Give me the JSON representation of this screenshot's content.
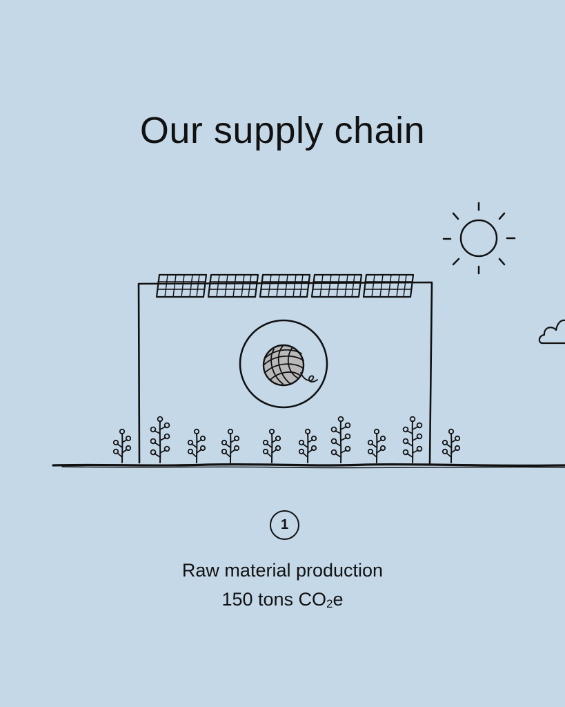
{
  "title": "Our supply chain",
  "step": {
    "number": "1",
    "stage": "Raw material production",
    "emissions_value": "150 tons CO",
    "emissions_subscript": "2",
    "emissions_suffix": "e"
  },
  "colors": {
    "background": "#c5d8e8",
    "ink": "#111111"
  },
  "icons": [
    "sun-icon",
    "cloud-icon",
    "solar-panel-icon",
    "yarn-ball-icon",
    "plant-icon"
  ]
}
